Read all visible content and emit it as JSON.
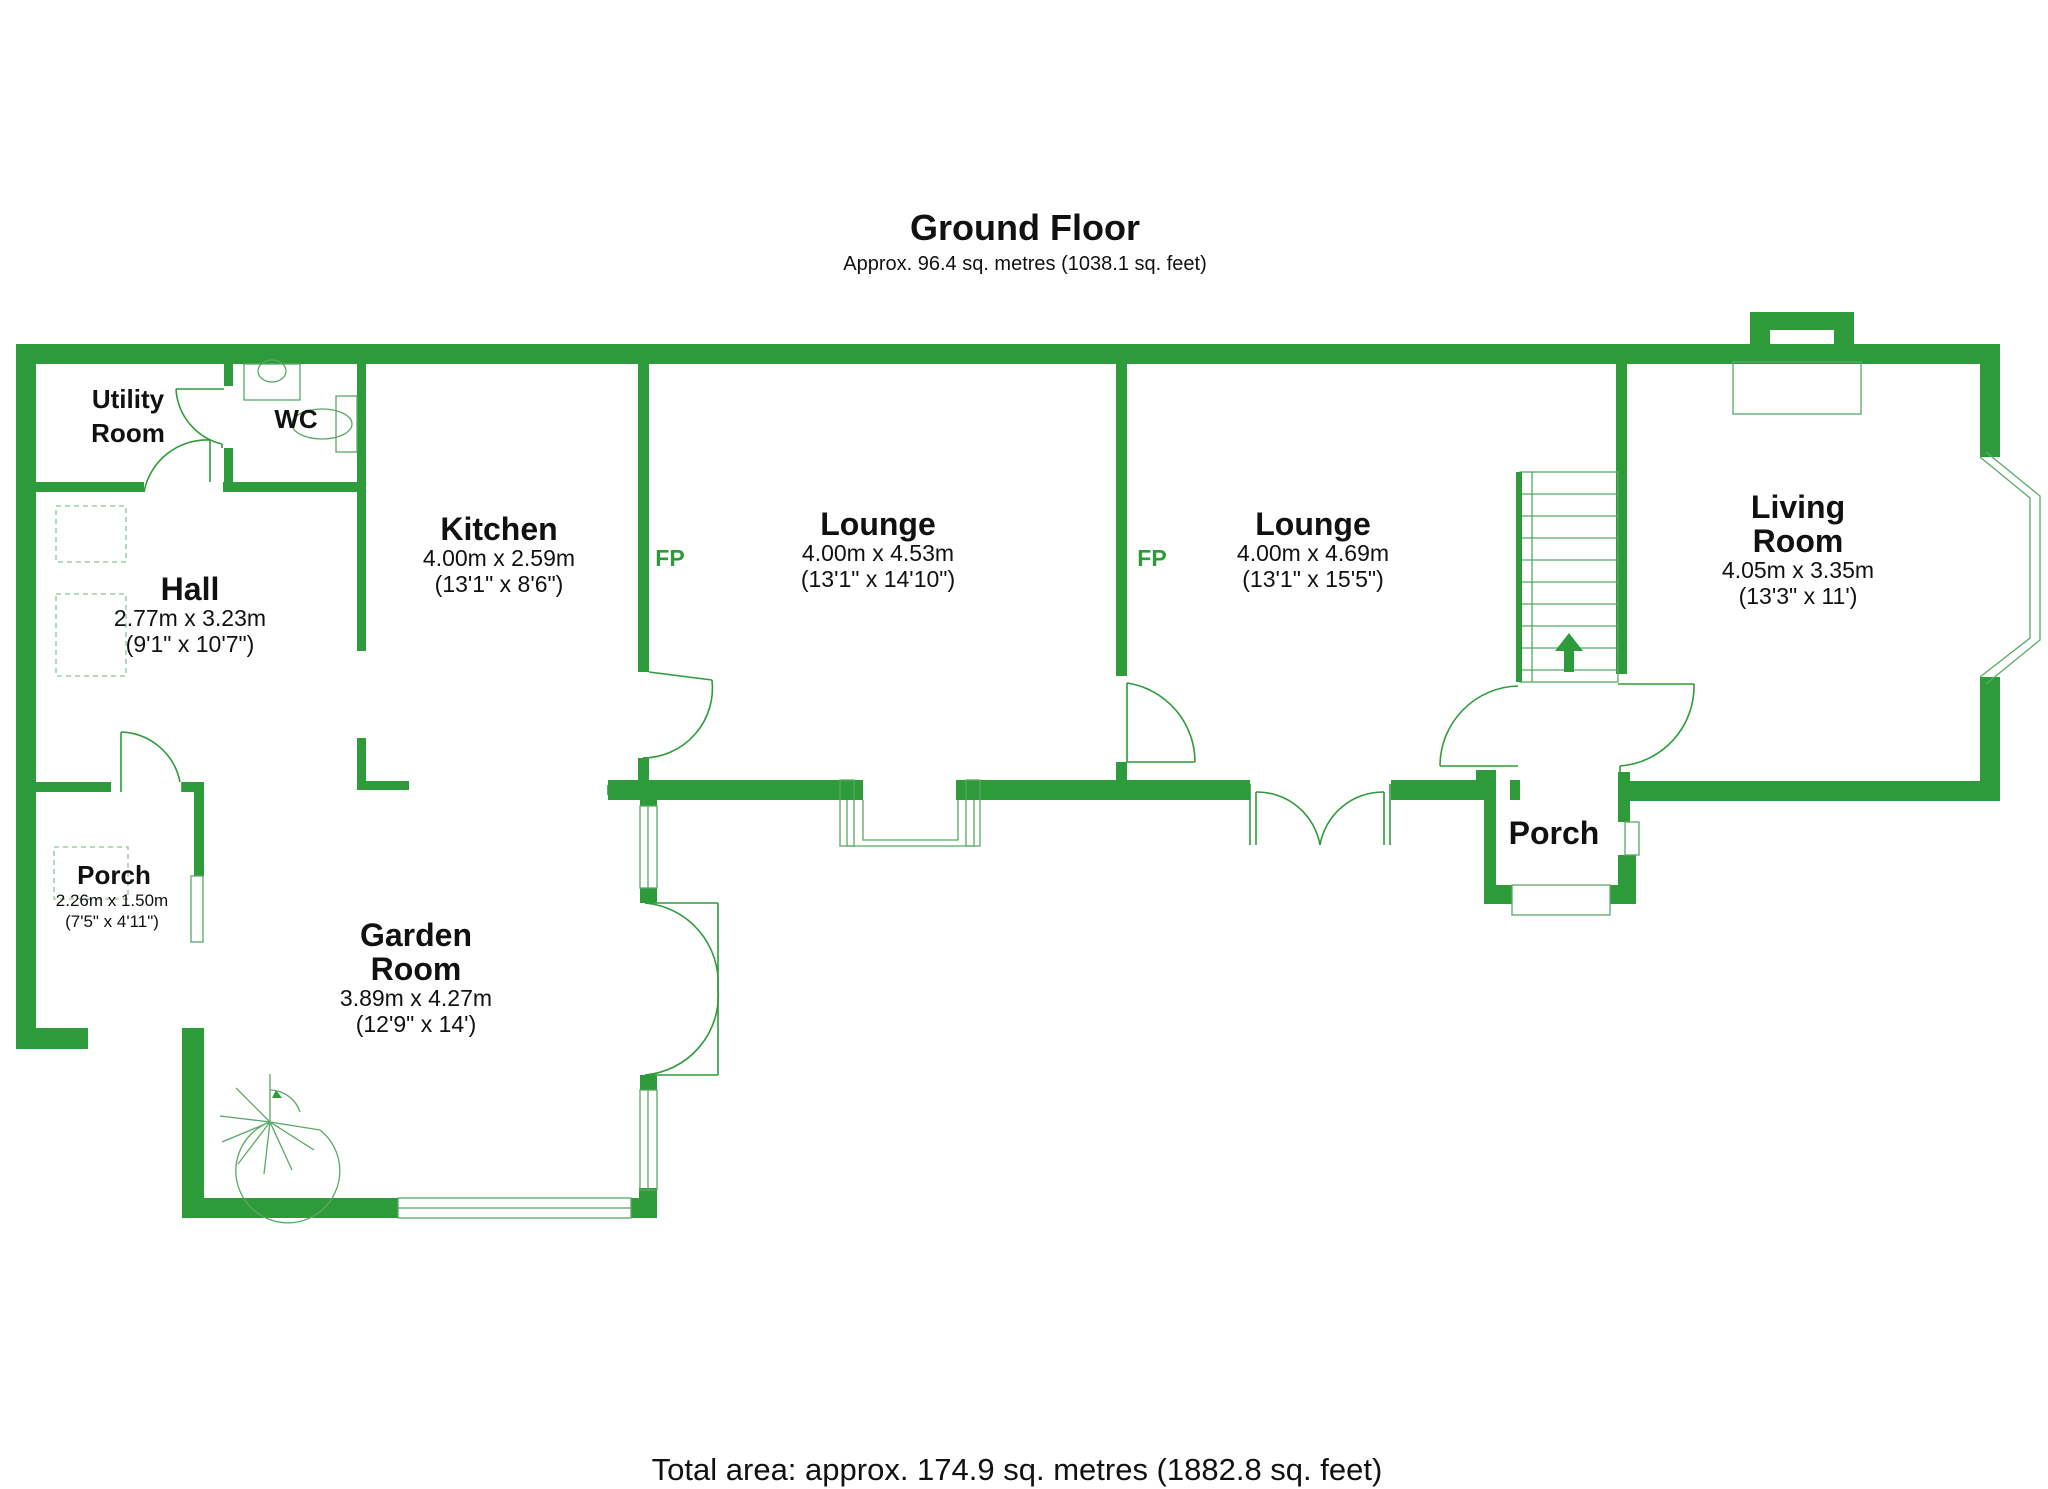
{
  "floor": {
    "title": "Ground Floor",
    "subtitle": "Approx. 96.4 sq. metres (1038.1 sq. feet)"
  },
  "rooms": [
    {
      "name_lines": [
        "Utility",
        "Room"
      ]
    },
    {
      "name_lines": [
        "WC"
      ]
    },
    {
      "name_lines": [
        "Hall"
      ],
      "metric": "2.77m x 3.23m",
      "imperial": "(9'1\" x 10'7\")"
    },
    {
      "name_lines": [
        "Kitchen"
      ],
      "metric": "4.00m x 2.59m",
      "imperial": "(13'1\" x 8'6\")"
    },
    {
      "name_lines": [
        "Lounge"
      ],
      "metric": "4.00m x 4.53m",
      "imperial": "(13'1\" x 14'10\")"
    },
    {
      "name_lines": [
        "Lounge"
      ],
      "metric": "4.00m x 4.69m",
      "imperial": "(13'1\" x 15'5\")"
    },
    {
      "name_lines": [
        "Living",
        "Room"
      ],
      "metric": "4.05m x 3.35m",
      "imperial": "(13'3\" x 11')"
    },
    {
      "name_lines": [
        "Porch"
      ],
      "metric": "2.26m x 1.50m",
      "imperial": "(7'5\" x 4'11\")"
    },
    {
      "name_lines": [
        "Garden",
        "Room"
      ],
      "metric": "3.89m x 4.27m",
      "imperial": "(12'9\" x 14')"
    },
    {
      "name_lines": [
        "Porch"
      ]
    }
  ],
  "fireplace_labels": [
    "FP",
    "FP"
  ],
  "total_area": "Total area: approx. 174.9 sq. metres (1882.8 sq. feet)",
  "colors": {
    "wall": "#2e9b3a",
    "fixture": "#5aa866",
    "dashed": "#8cc596"
  }
}
